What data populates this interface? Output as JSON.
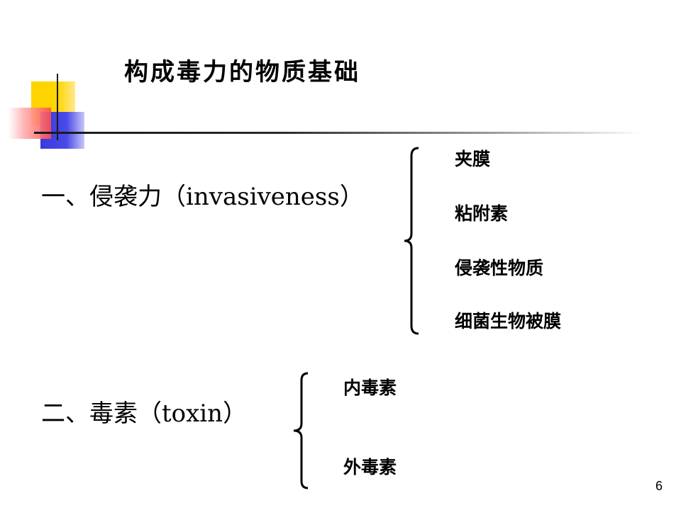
{
  "slide": {
    "title": "构成毒力的物质基础",
    "sections": [
      {
        "heading": "一、侵袭力（invasiveness）",
        "items": [
          "夹膜",
          "粘附素",
          "侵袭性物质",
          "细菌生物被膜"
        ]
      },
      {
        "heading": "二、毒素（toxin）",
        "items": [
          "内毒素",
          "外毒素"
        ]
      }
    ],
    "page_number": "6"
  },
  "colors": {
    "accent_yellow": "#ffd400",
    "accent_blue": "#3a3adf",
    "accent_red": "#ff4d4d",
    "text": "#000000"
  }
}
